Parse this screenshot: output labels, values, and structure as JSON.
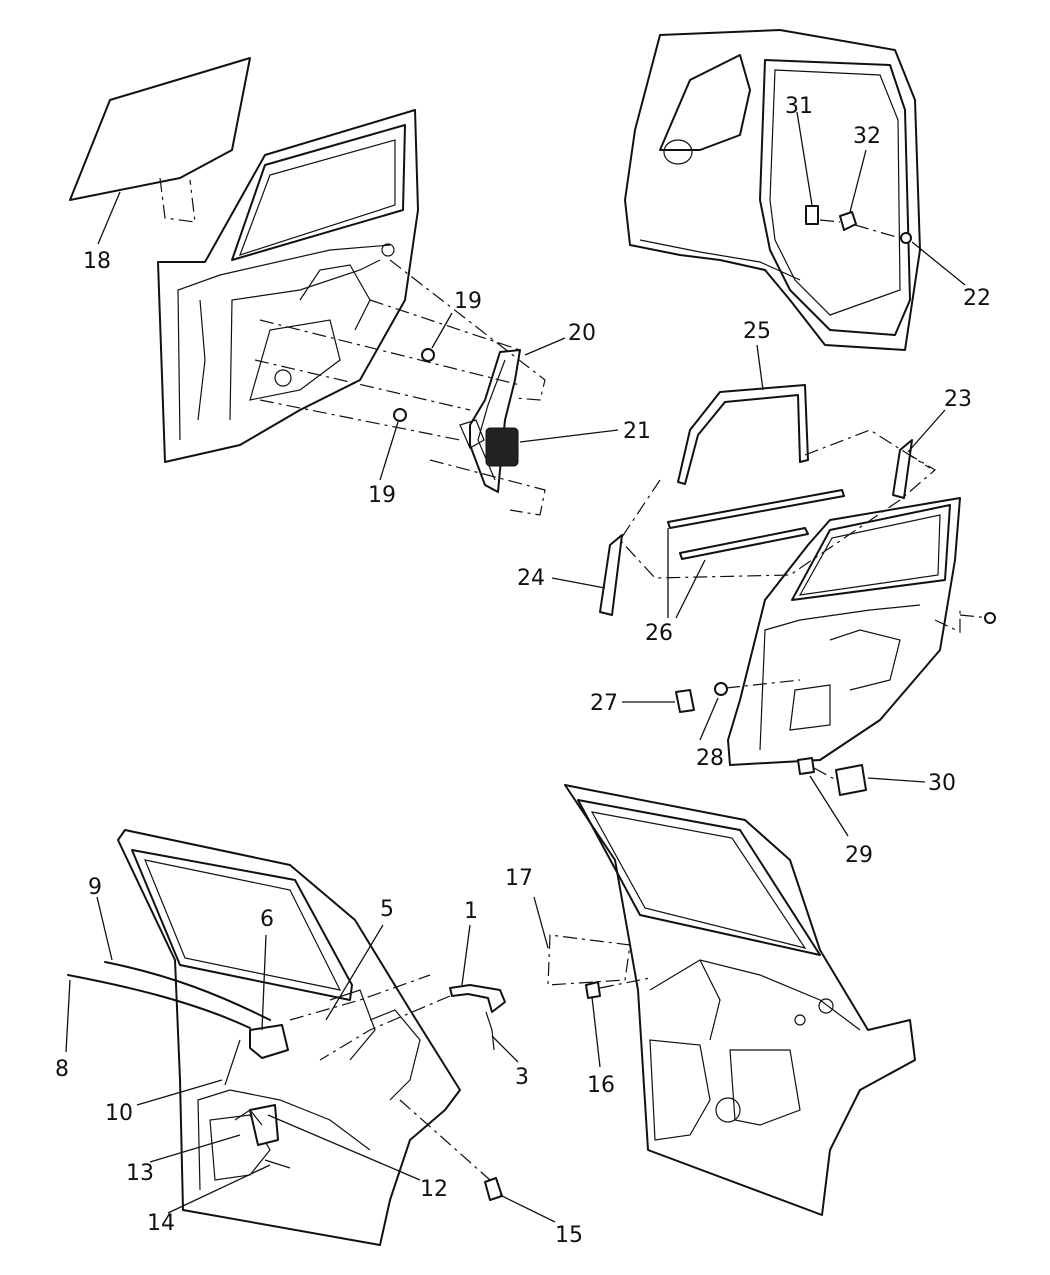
{
  "callouts": [
    {
      "id": "c1",
      "label": "1"
    },
    {
      "id": "c3",
      "label": "3"
    },
    {
      "id": "c5",
      "label": "5"
    },
    {
      "id": "c6",
      "label": "6"
    },
    {
      "id": "c8",
      "label": "8"
    },
    {
      "id": "c9",
      "label": "9"
    },
    {
      "id": "c10",
      "label": "10"
    },
    {
      "id": "c12",
      "label": "12"
    },
    {
      "id": "c13",
      "label": "13"
    },
    {
      "id": "c14",
      "label": "14"
    },
    {
      "id": "c15",
      "label": "15"
    },
    {
      "id": "c16",
      "label": "16"
    },
    {
      "id": "c17",
      "label": "17"
    },
    {
      "id": "c18",
      "label": "18"
    },
    {
      "id": "c19a",
      "label": "19"
    },
    {
      "id": "c19b",
      "label": "19"
    },
    {
      "id": "c20",
      "label": "20"
    },
    {
      "id": "c21",
      "label": "21"
    },
    {
      "id": "c22",
      "label": "22"
    },
    {
      "id": "c23",
      "label": "23"
    },
    {
      "id": "c24",
      "label": "24"
    },
    {
      "id": "c25",
      "label": "25"
    },
    {
      "id": "c26",
      "label": "26"
    },
    {
      "id": "c27",
      "label": "27"
    },
    {
      "id": "c28",
      "label": "28"
    },
    {
      "id": "c29",
      "label": "29"
    },
    {
      "id": "c30",
      "label": "30"
    },
    {
      "id": "c31",
      "label": "31"
    },
    {
      "id": "c32",
      "label": "32"
    }
  ]
}
